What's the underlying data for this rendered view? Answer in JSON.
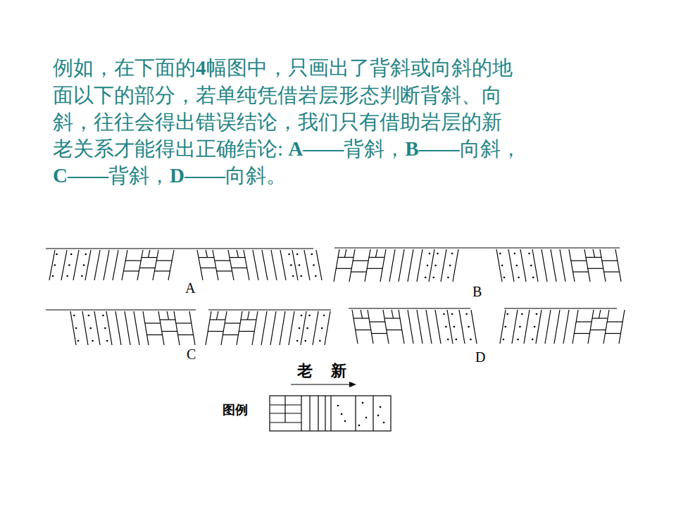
{
  "diagram": {
    "labels": [
      "例如，在下面的4幅图中，只画出了背斜或向斜的地",
      "面以下的部分，若单纯凭借岩层形态判断背斜、向",
      "斜，往往会得出错误结论，我们只有借助岩层的新",
      "老关系才能得出正确结论: A——背斜，B——向斜，",
      "C——背斜，D——向斜。",
      "A",
      "B",
      "C",
      "D",
      "老",
      "新",
      "图例"
    ]
  }
}
